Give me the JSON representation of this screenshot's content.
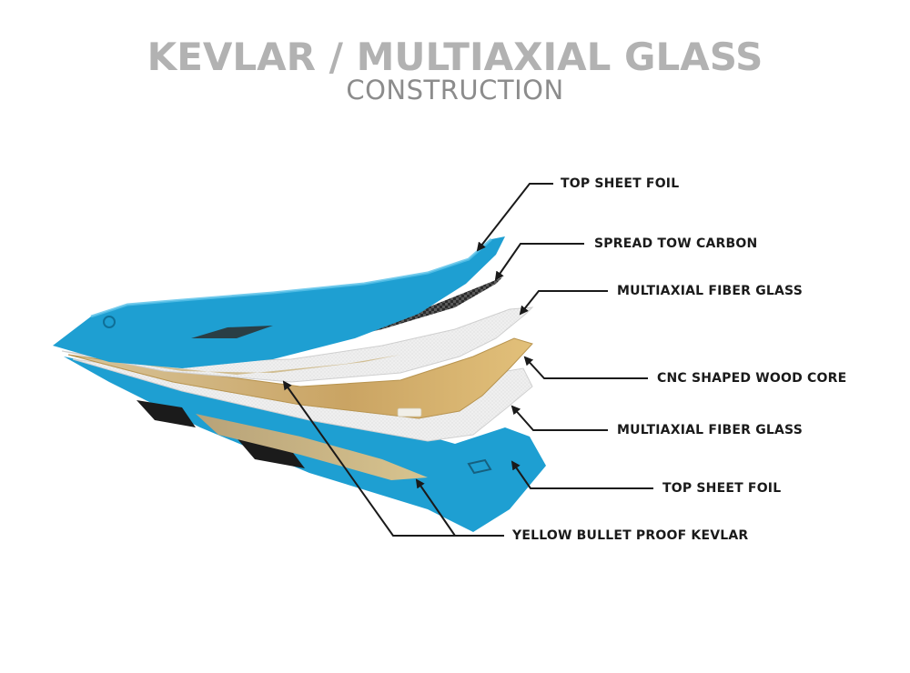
{
  "header": {
    "title": "KEVLAR / MULTIAXIAL GLASS",
    "subtitle": "CONSTRUCTION"
  },
  "layers": [
    {
      "label": "TOP SHEET FOIL"
    },
    {
      "label": "SPREAD TOW CARBON"
    },
    {
      "label": "MULTIAXIAL FIBER GLASS"
    },
    {
      "label": "CNC SHAPED WOOD CORE"
    },
    {
      "label": "MULTIAXIAL FIBER GLASS"
    },
    {
      "label": "TOP SHEET FOIL"
    },
    {
      "label": "YELLOW BULLET PROOF KEVLAR"
    }
  ],
  "colors": {
    "foil_blue": "#1e9fd2",
    "carbon": "#2a2a2a",
    "fiber_glass": "#eeeeee",
    "wood_core": "#d8b46a",
    "kevlar": "#c9b27c",
    "leader_line": "#1a1a1a"
  }
}
